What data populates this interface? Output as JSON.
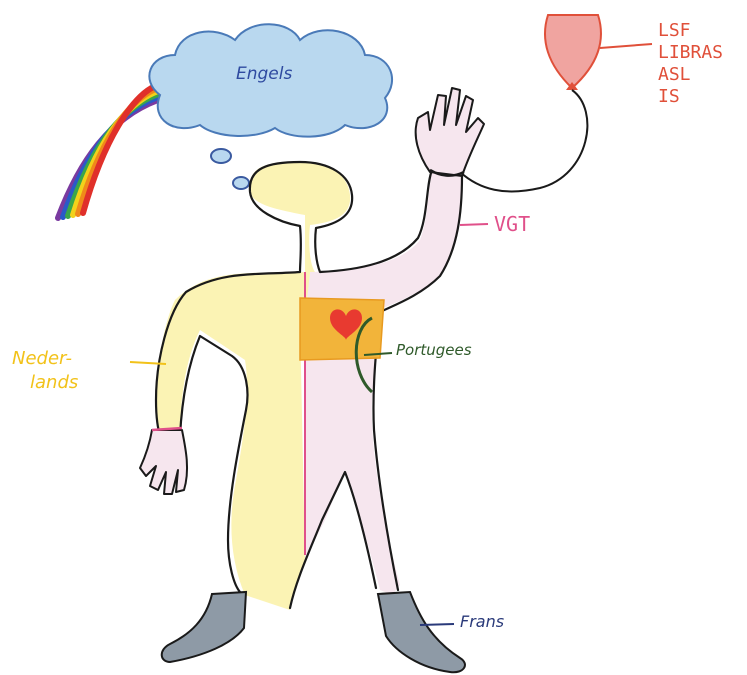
{
  "labels": {
    "cloud": "Engels",
    "balloon": [
      "LSF",
      "LIBRAS",
      "ASL",
      "IS"
    ],
    "arm": "VGT",
    "body_left": [
      "Neder-",
      "lands"
    ],
    "chest": "Portugees",
    "foot": "Frans"
  },
  "colors": {
    "outline": "#1a1a1a",
    "cloud_fill": "#b9d8ef",
    "cloud_text": "#2e4aa0",
    "balloon": "#e0503a",
    "vgt": "#e0508a",
    "yellow_fill": "#fbf3b4",
    "yellow_text": "#f2c21a",
    "pink_fill": "#f6e6ee",
    "heart_patch": "#f2b43a",
    "heart": "#e83a30",
    "green": "#2f5a2a",
    "sock": "#8e9aa6",
    "frans_text": "#2a3a7a",
    "rainbow": [
      "#7a3aa0",
      "#2a5ac8",
      "#3aa64a",
      "#f2d21a",
      "#f08a1a",
      "#e0302a"
    ]
  }
}
